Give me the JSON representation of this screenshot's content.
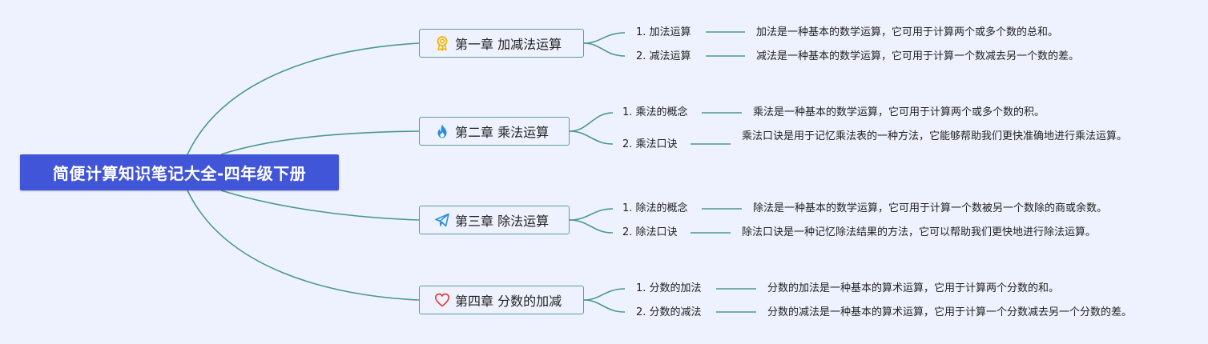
{
  "root": {
    "title": "简便计算知识笔记大全-四年级下册"
  },
  "chapters": [
    {
      "title": "第一章 加减法运算",
      "icon": "award-ribbon-icon",
      "icon_color": "#f0b400",
      "items": [
        {
          "label": "1. 加法运算",
          "description": "加法是一种基本的数学运算，它可用于计算两个或多个数的总和。"
        },
        {
          "label": "2. 减法运算",
          "description": "减法是一种基本的数学运算，它可用于计算一个数减去另一个数的差。"
        }
      ]
    },
    {
      "title": "第二章 乘法运算",
      "icon": "flame-icon",
      "icon_color": "#2a8ee0",
      "items": [
        {
          "label": "1. 乘法的概念",
          "description": "乘法是一种基本的数学运算，它可用于计算两个或多个数的积。"
        },
        {
          "label": "2. 乘法口诀",
          "description": "乘法口诀是用于记忆乘法表的一种方法，它能够帮助我们更快准确地进行乘法运算。"
        }
      ]
    },
    {
      "title": "第三章 除法运算",
      "icon": "paper-plane-icon",
      "icon_color": "#2a8ee0",
      "items": [
        {
          "label": "1. 除法的概念",
          "description": "除法是一种基本的数学运算，它可用于计算一个数被另一个数除的商或余数。"
        },
        {
          "label": "2. 除法口诀",
          "description": "除法口诀是一种记忆除法结果的方法，它可以帮助我们更快地进行除法运算。"
        }
      ]
    },
    {
      "title": "第四章 分数的加减",
      "icon": "heart-icon",
      "icon_color": "#e23a3a",
      "items": [
        {
          "label": "1. 分数的加法",
          "description": "分数的加法是一种基本的算术运算，它用于计算两个分数的和。"
        },
        {
          "label": "2. 分数的减法",
          "description": "分数的减法是一种基本的算术运算，它用于计算一个分数减去另一个分数的差。"
        }
      ]
    }
  ],
  "colors": {
    "background": "#eef2fe",
    "root": "#4155d9",
    "connector": "#4a9790",
    "chapter_border": "#5a9d98"
  }
}
